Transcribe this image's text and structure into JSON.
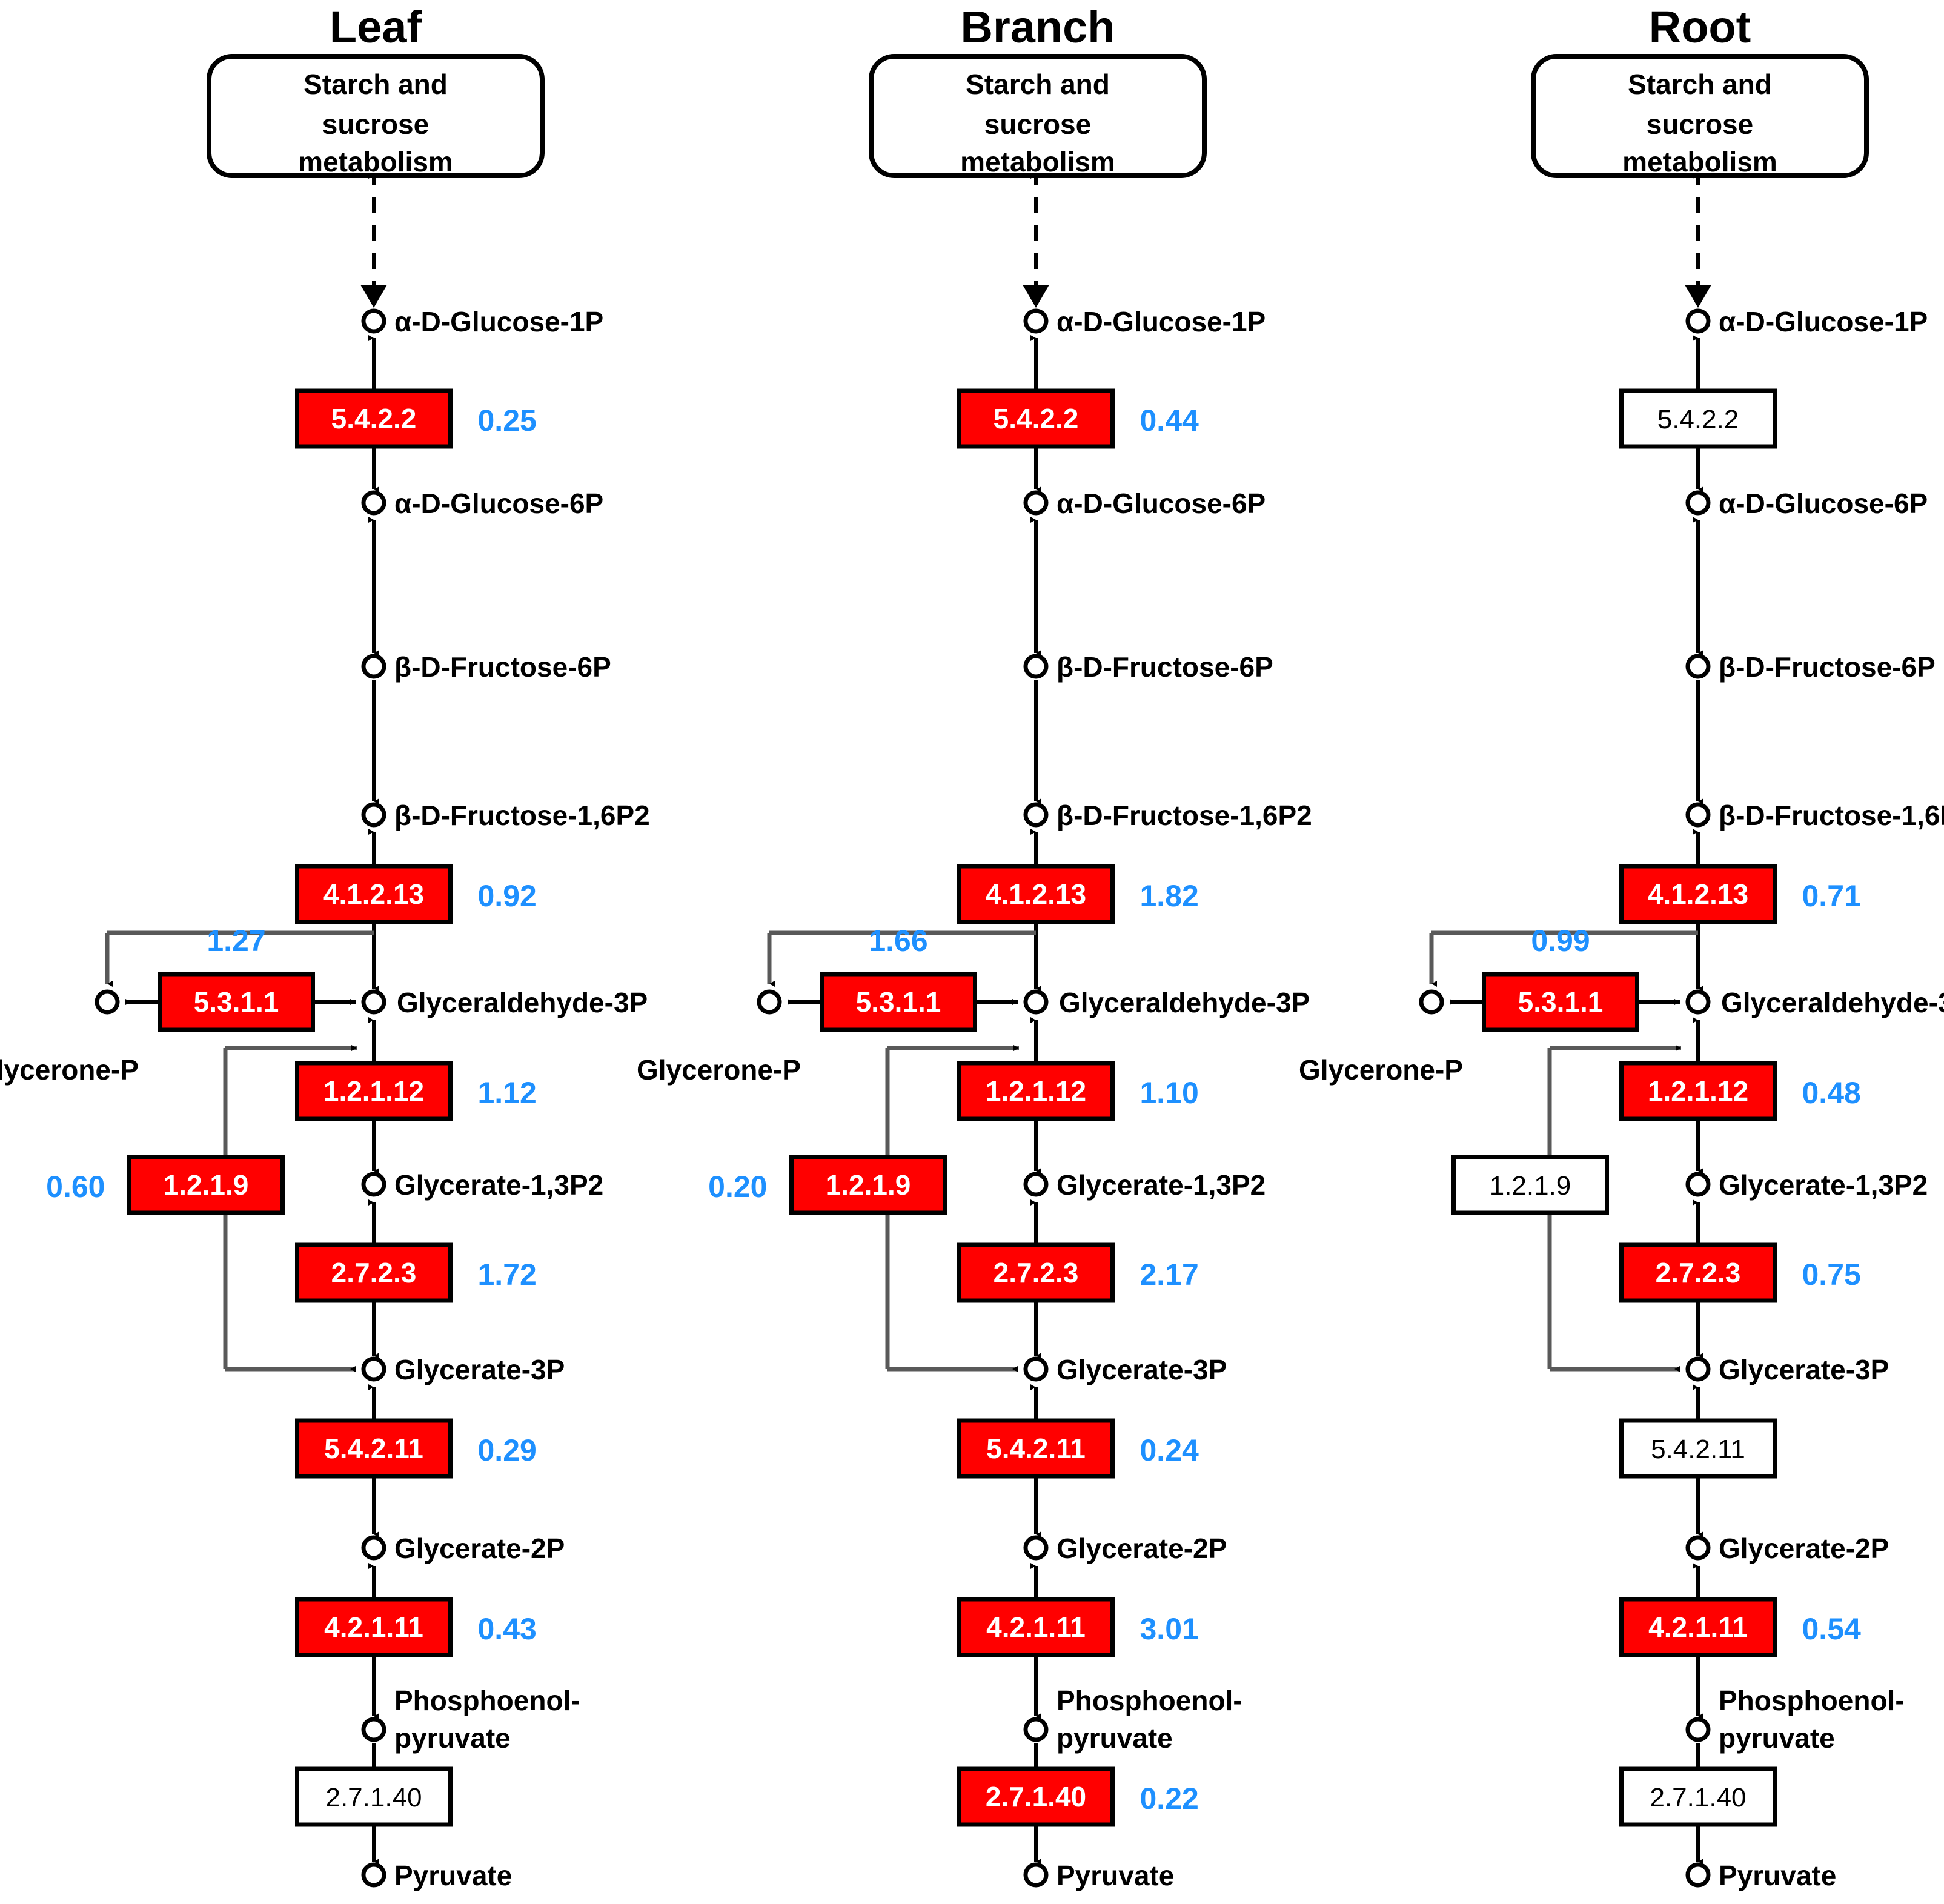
{
  "diagram": {
    "title_row": [
      "Leaf",
      "Branch",
      "Root"
    ],
    "pathway_box": {
      "line1": "Starch and",
      "line2": "sucrose",
      "line3": "metabolism"
    },
    "colors": {
      "enzyme_active": "#ff0000",
      "enzyme_inactive": "#ffffff",
      "value_text": "#1e90ff",
      "stroke": "#000000",
      "connector": "#595959"
    },
    "compounds": {
      "g1p": "α-D-Glucose-1P",
      "g6p": "α-D-Glucose-6P",
      "f6p": "β-D-Fructose-6P",
      "fbp": "β-D-Fructose-1,6P2",
      "gap": "Glyceraldehyde-3P",
      "dhap": "Glycerone-P",
      "bpg": "Glycerate-1,3P2",
      "pg3": "Glycerate-3P",
      "pg2": "Glycerate-2P",
      "pep_line1": "Phosphoenol-",
      "pep_line2": "pyruvate",
      "pyr": "Pyruvate"
    },
    "enzymes": {
      "pgm": "5.4.2.2",
      "aldolase": "4.1.2.13",
      "tpi": "5.3.1.1",
      "gapdh": "1.2.1.12",
      "gapn": "1.2.1.9",
      "pgk": "2.7.2.3",
      "pgam": "5.4.2.11",
      "enolase": "4.2.1.11",
      "pk": "2.7.1.40"
    },
    "columns": [
      {
        "name": "Leaf",
        "values": {
          "pgm": "0.25",
          "aldolase": "0.92",
          "tpi": "1.27",
          "gapdh": "1.12",
          "gapn": "0.60",
          "pgk": "1.72",
          "pgam": "0.29",
          "enolase": "0.43",
          "pk": null
        },
        "active": {
          "pgm": true,
          "aldolase": true,
          "tpi": true,
          "gapdh": true,
          "gapn": true,
          "pgk": true,
          "pgam": true,
          "enolase": true,
          "pk": false
        }
      },
      {
        "name": "Branch",
        "values": {
          "pgm": "0.44",
          "aldolase": "1.82",
          "tpi": "1.66",
          "gapdh": "1.10",
          "gapn": "0.20",
          "pgk": "2.17",
          "pgam": "0.24",
          "enolase": "3.01",
          "pk": "0.22"
        },
        "active": {
          "pgm": true,
          "aldolase": true,
          "tpi": true,
          "gapdh": true,
          "gapn": true,
          "pgk": true,
          "pgam": true,
          "enolase": true,
          "pk": true
        }
      },
      {
        "name": "Root",
        "values": {
          "pgm": null,
          "aldolase": "0.71",
          "tpi": "0.99",
          "gapdh": "0.48",
          "gapn": null,
          "pgk": "0.75",
          "pgam": null,
          "enolase": "0.54",
          "pk": null
        },
        "active": {
          "pgm": false,
          "aldolase": true,
          "tpi": true,
          "gapdh": true,
          "gapn": false,
          "pgk": true,
          "pgam": false,
          "enolase": true,
          "pk": false
        }
      }
    ]
  }
}
